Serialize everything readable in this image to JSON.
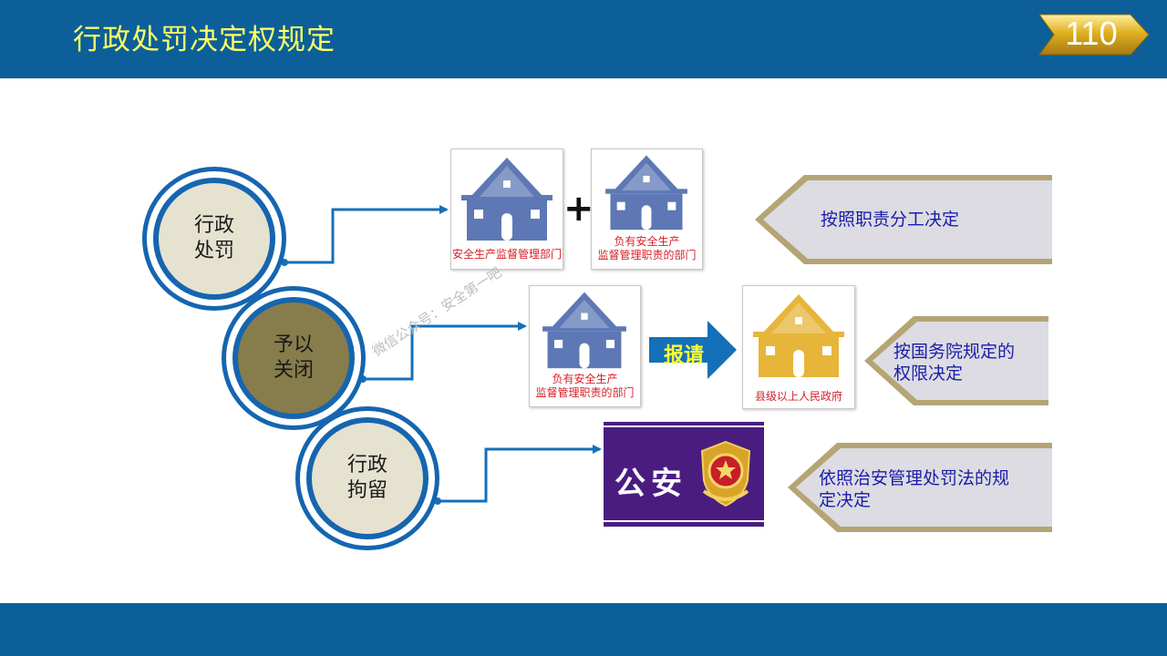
{
  "header": {
    "title": "行政处罚决定权规定",
    "page_number": "110"
  },
  "penalties": [
    {
      "label": "行政\n处罚"
    },
    {
      "label": "予以\n关闭"
    },
    {
      "label": "行政\n拘留"
    }
  ],
  "departments": {
    "safety_dept": "安全生产监督管理部门",
    "resp_dept_1": "负有安全生产\n监督管理职责的部门",
    "resp_dept_2": "负有安全生产\n监督管理职责的部门",
    "county_gov": "县级以上人民政府",
    "report_label": "报请",
    "police_label": "公安"
  },
  "rules": [
    {
      "text": "按照职责分工决定"
    },
    {
      "text": "按国务院规定的\n权限决定"
    },
    {
      "text": "依照治安管理处罚法的规\n定决定"
    }
  ],
  "watermark": "微信公众号：安全第一吧",
  "colors": {
    "header_bg": "#0c5f98",
    "title": "#ffff66",
    "connector": "#1570b8",
    "house_blue": "#5d78b5",
    "house_gold": "#e6b53a",
    "caption_red": "#d6202a",
    "rule_text": "#1c1caa",
    "police_bg": "#4a1c80"
  }
}
